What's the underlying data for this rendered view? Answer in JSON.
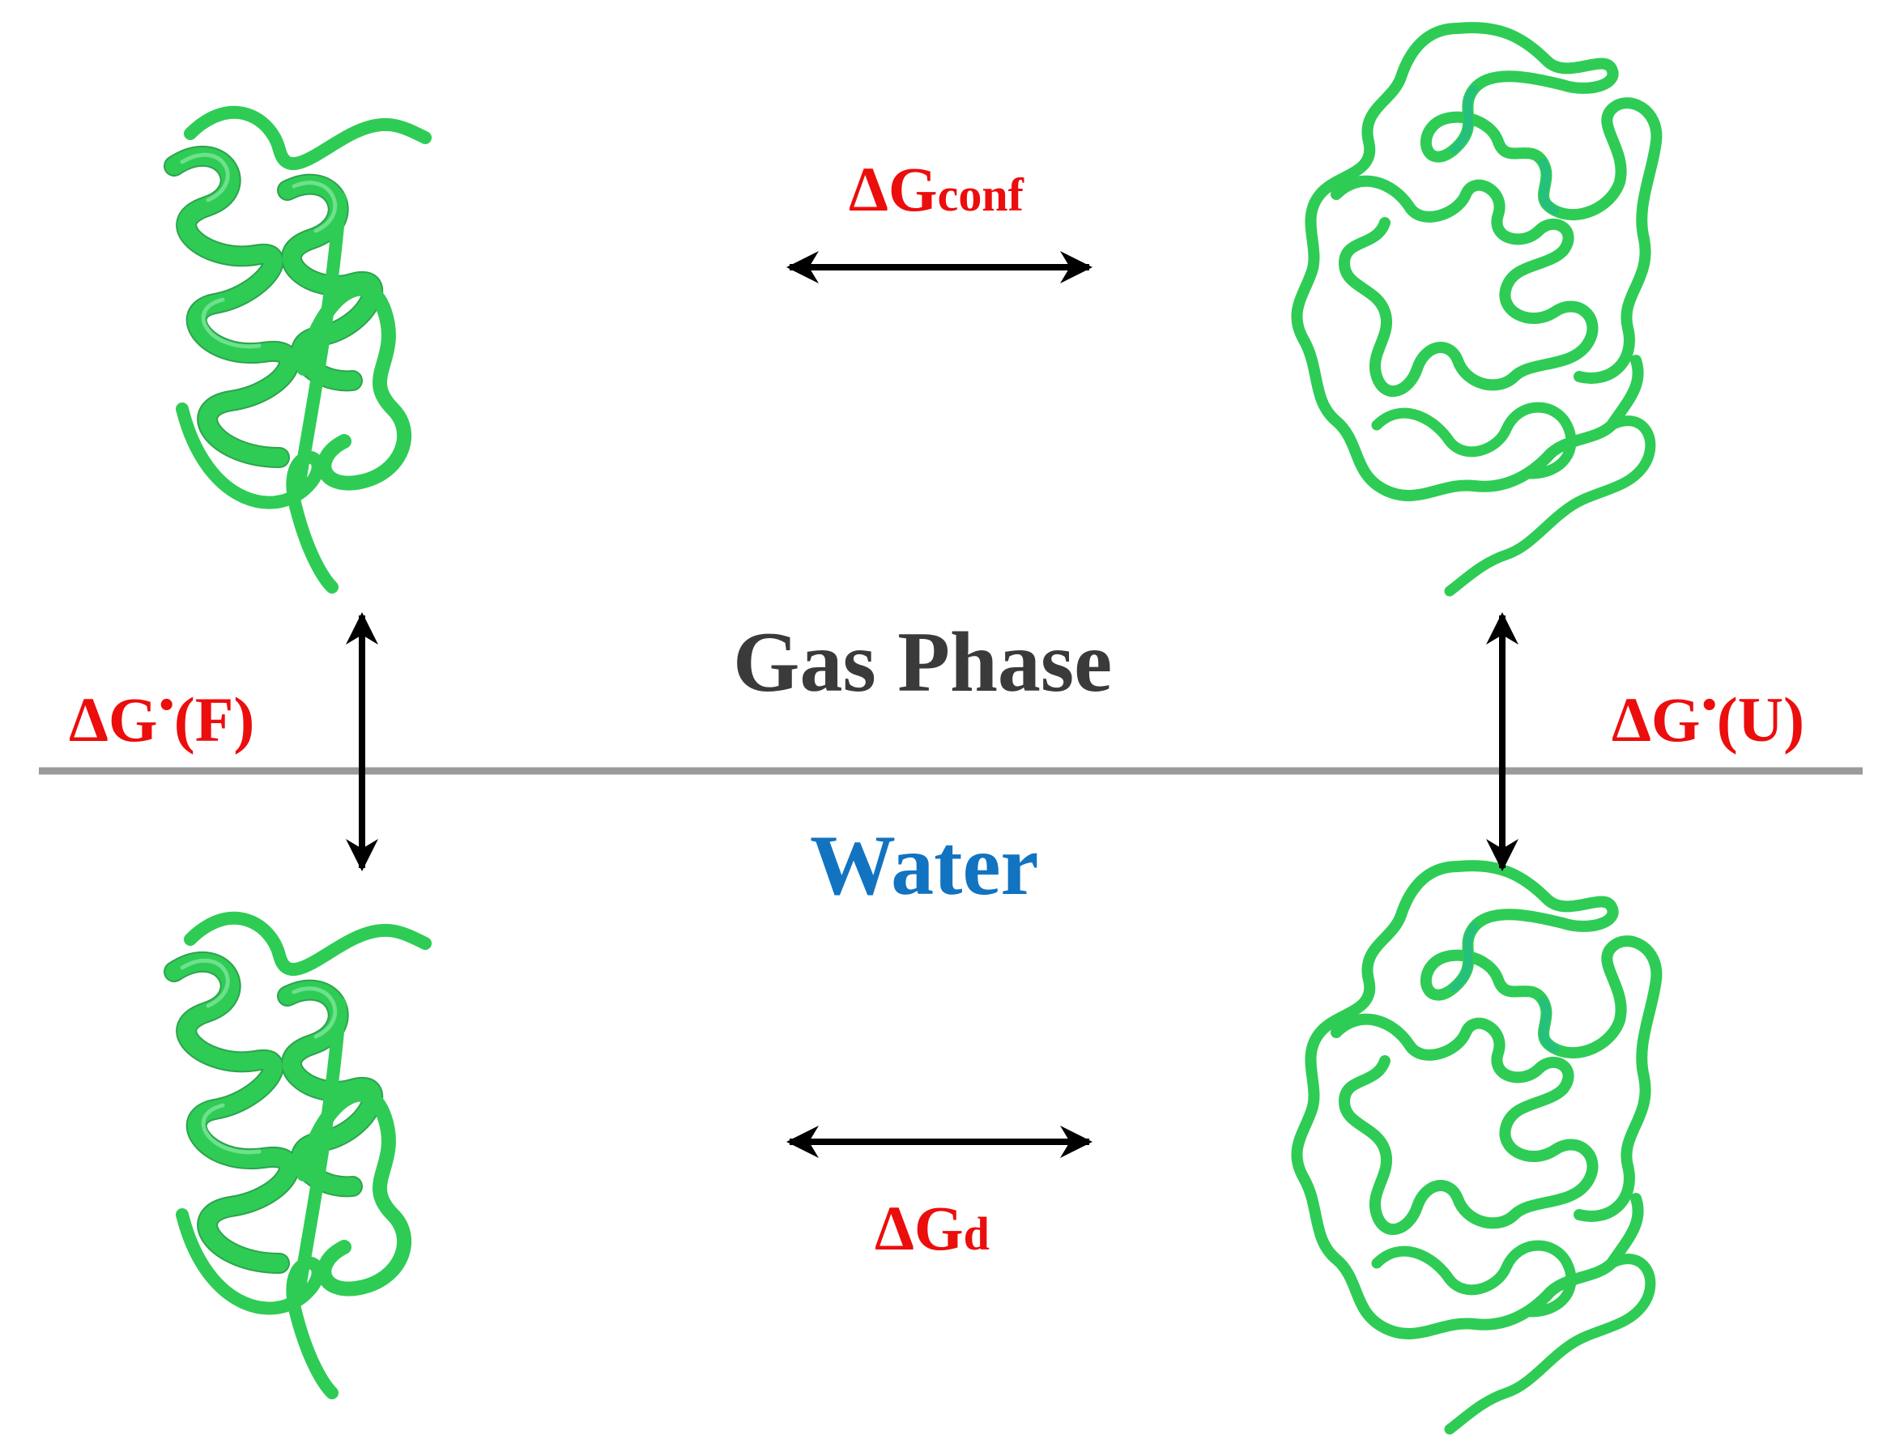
{
  "labels": {
    "dg_conf": {
      "symbol": "ΔG",
      "subscript": "conf"
    },
    "dg_d": {
      "symbol": "ΔG",
      "subscript": "d"
    },
    "dg_f": {
      "symbol": "ΔG",
      "superscript": "•",
      "suffix": "(F)"
    },
    "dg_u": {
      "symbol": "ΔG",
      "superscript": "•",
      "suffix": "(U)"
    }
  },
  "phases": {
    "gas": "Gas Phase",
    "water": "Water"
  },
  "colors": {
    "protein": "#2ecc55",
    "protein_dark": "#169a3a",
    "label_red": "#ec0d0d",
    "gas_text": "#3a3a3a",
    "water_text": "#1273c0",
    "divider": "#9a9a9a",
    "arrow": "#000000"
  },
  "molecules": [
    {
      "name": "folded-protein-gas",
      "state": "folded",
      "phase": "gas"
    },
    {
      "name": "unfolded-protein-gas",
      "state": "unfolded",
      "phase": "gas"
    },
    {
      "name": "folded-protein-water",
      "state": "folded",
      "phase": "water"
    },
    {
      "name": "unfolded-protein-water",
      "state": "unfolded",
      "phase": "water"
    }
  ]
}
